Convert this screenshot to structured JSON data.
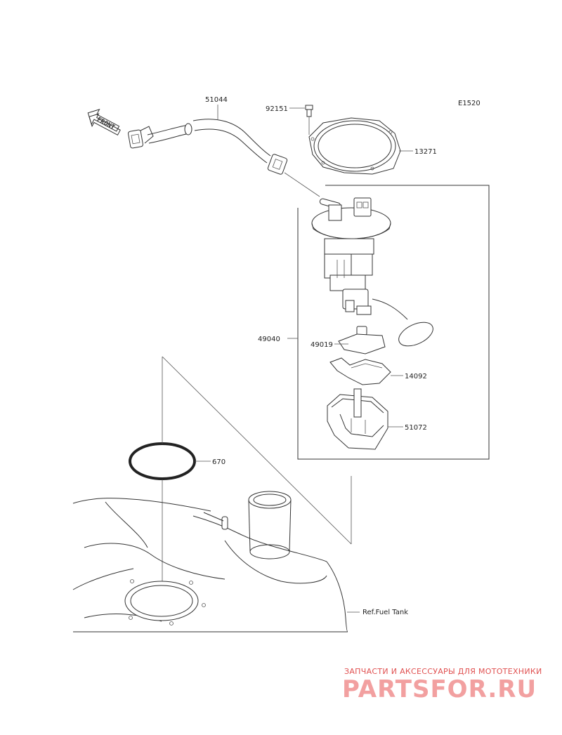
{
  "diagram_code": "E1520",
  "front_label": "FRONT",
  "parts": [
    {
      "id": "51044"
    },
    {
      "id": "92151"
    },
    {
      "id": "13271"
    },
    {
      "id": "49040"
    },
    {
      "id": "49019"
    },
    {
      "id": "14092"
    },
    {
      "id": "51072"
    },
    {
      "id": "670"
    }
  ],
  "reference": "Ref.Fuel Tank",
  "watermark": {
    "tagline": "ЗАПЧАСТИ И АКСЕССУАРЫ ДЛЯ МОТОТЕХНИКИ",
    "brand": "PARTSFOR.RU"
  }
}
